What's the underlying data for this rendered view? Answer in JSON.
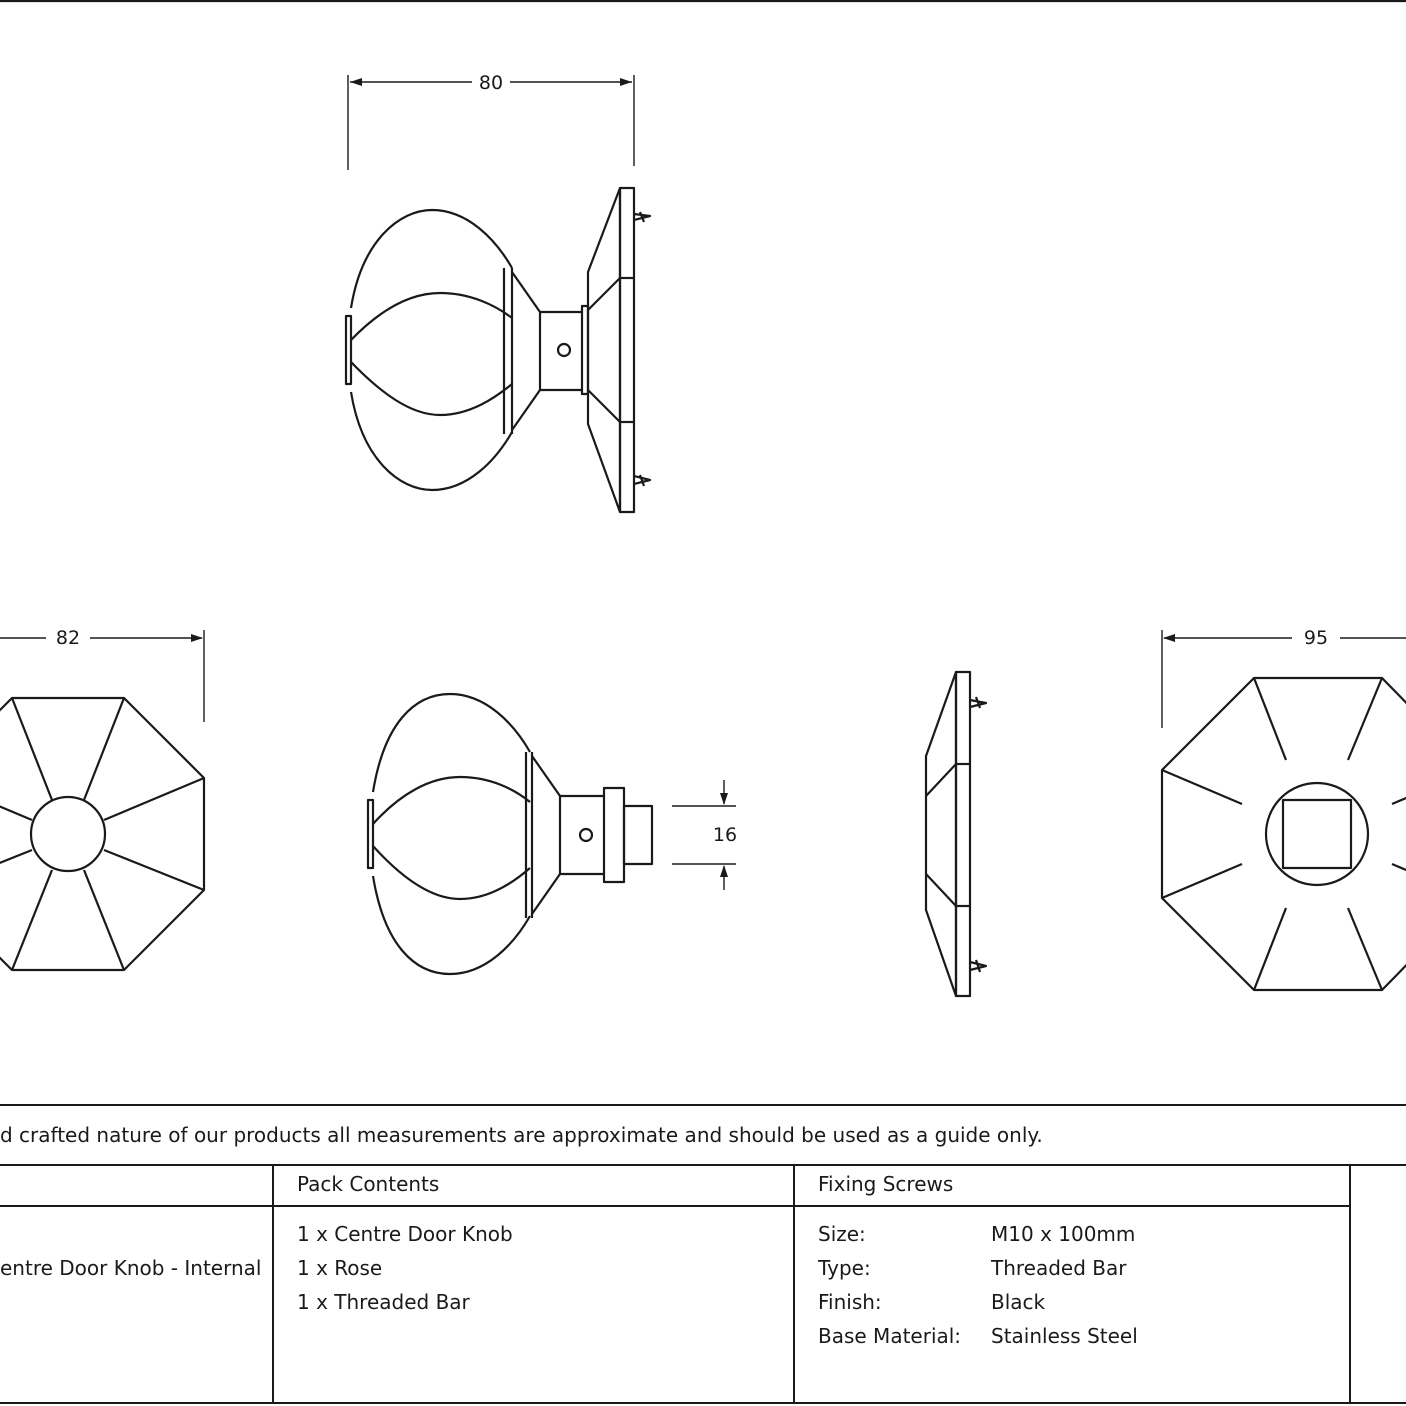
{
  "dimensions": {
    "side_width": "80",
    "front_width": "82",
    "spindle_height": "16",
    "rose_width": "95"
  },
  "disclaimer": "d crafted nature of our products all measurements are approximate and should be used as a guide only.",
  "table": {
    "product_name": "entre Door Knob - Internal",
    "pack_contents": {
      "header": "Pack Contents",
      "items": [
        "1 x Centre Door Knob",
        "1 x Rose",
        "1 x Threaded Bar"
      ]
    },
    "fixing_screws": {
      "header": "Fixing Screws",
      "rows": [
        {
          "label": "Size:",
          "value": "M10 x 100mm"
        },
        {
          "label": "Type:",
          "value": "Threaded Bar"
        },
        {
          "label": "Finish:",
          "value": "Black"
        },
        {
          "label": "Base Material:",
          "value": "Stainless Steel"
        }
      ]
    }
  }
}
